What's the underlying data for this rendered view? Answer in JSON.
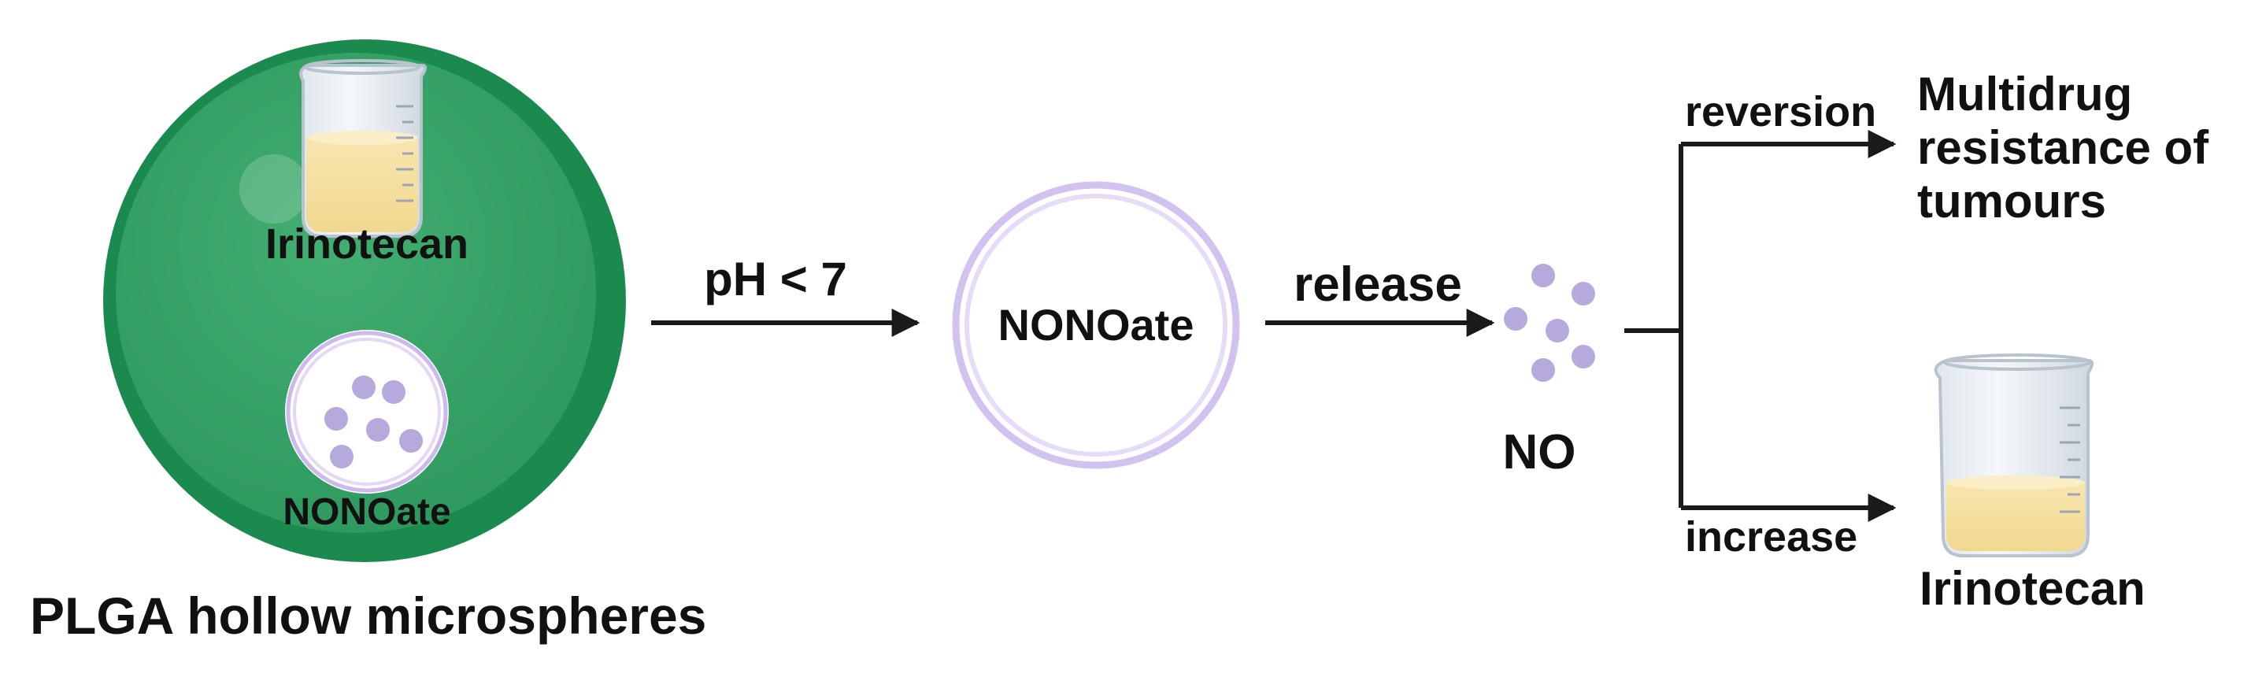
{
  "microsphere": {
    "drug_label": "Irinotecan",
    "inner_label": "NONOate",
    "caption": "PLGA hollow microspheres"
  },
  "step1": {
    "label": "pH < 7"
  },
  "nonoate": {
    "label": "NONOate"
  },
  "step2": {
    "label": "release"
  },
  "no": {
    "label": "NO"
  },
  "branch_top": {
    "label": "reversion",
    "outcome_lines": [
      "Multidrug",
      "resistance of",
      "tumours"
    ]
  },
  "branch_bottom": {
    "label": "increase",
    "outcome": "Irinotecan"
  },
  "colors": {
    "sphere_outer": "#1b8a4f",
    "sphere_inner": "#3aa86a",
    "nonoate_ring": "#c9b8e8",
    "no_dot": "#b6a9dc",
    "liquid": "#f4dfa0",
    "arrow": "#1a1a1a"
  },
  "icons": [
    "beaker-icon",
    "beaker-icon"
  ]
}
